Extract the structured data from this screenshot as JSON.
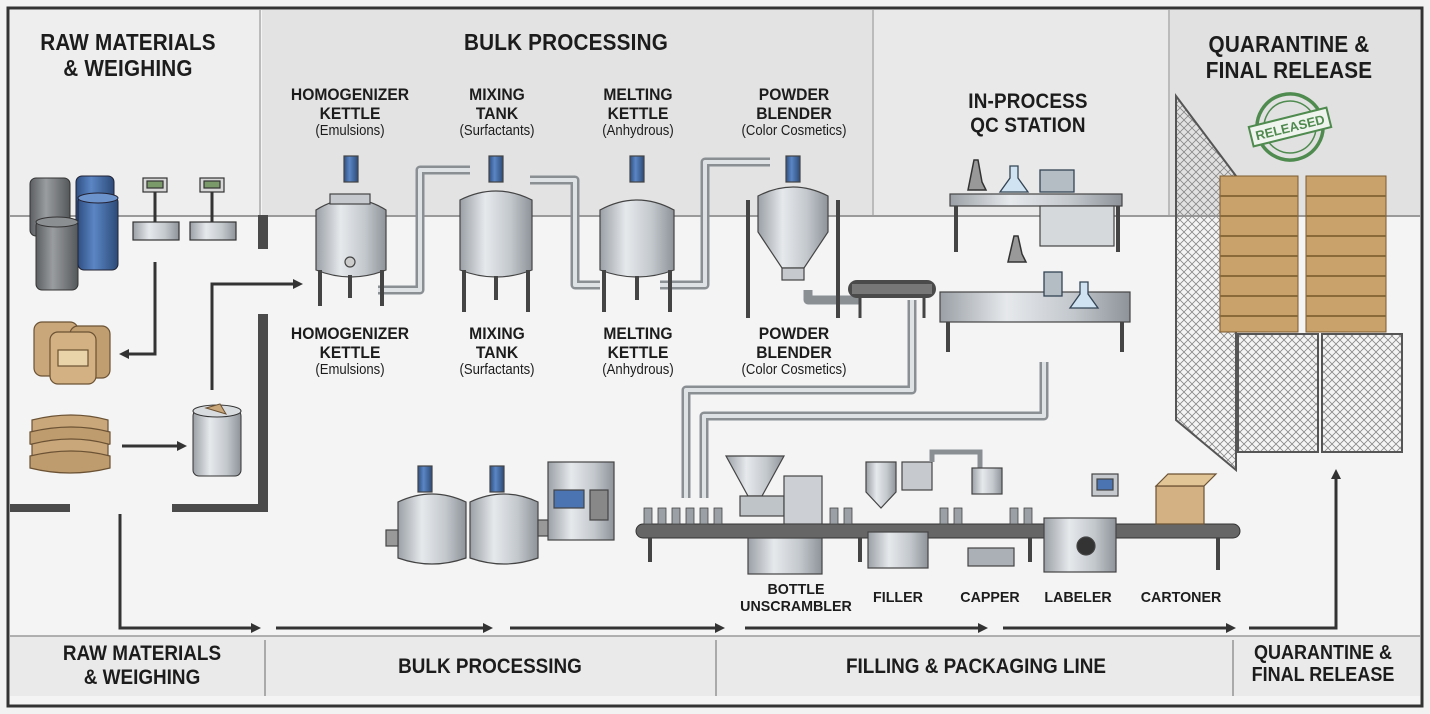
{
  "zones": {
    "raw": "RAW MATERIALS\n& WEIGHING",
    "bulk": "BULK PROCESSING",
    "qc": "IN-PROCESS\nQC STATION",
    "quarantine": "QUARANTINE &\nFINAL RELEASE"
  },
  "stamp": "RELEASED",
  "equipment_top": [
    {
      "name": "HOMOGENIZER\nKETTLE",
      "sub": "(Emulsions)"
    },
    {
      "name": "MIXING\nTANK",
      "sub": "(Surfactants)"
    },
    {
      "name": "MELTING\nKETTLE",
      "sub": "(Anhydrous)"
    },
    {
      "name": "POWDER\nBLENDER",
      "sub": "(Color Cosmetics)"
    }
  ],
  "equipment_bottom": [
    {
      "name": "HOMOGENIZER\nKETTLE",
      "sub": "(Emulsions)"
    },
    {
      "name": "MIXING\nTANK",
      "sub": "(Surfactants)"
    },
    {
      "name": "MELTING\nKETTLE",
      "sub": "(Anhydrous)"
    },
    {
      "name": "POWDER\nBLENDER",
      "sub": "(Color Cosmetics)"
    }
  ],
  "line_stations": [
    "BOTTLE\nUNSCRAMBLER",
    "FILLER",
    "CAPPER",
    "LABELER",
    "CARTONER"
  ],
  "footer": [
    "RAW MATERIALS\n& WEIGHING",
    "BULK PROCESSING",
    "FILLING & PACKAGING LINE",
    "QUARANTINE &\nFINAL RELEASE"
  ],
  "colors": {
    "background": "#f2f2f2",
    "zone_panel": "#e4e4e4",
    "wall": "#444444",
    "steel": "#bfc4c8",
    "motor_blue": "#4a6f96",
    "drum_blue": "#3f6aa6",
    "pallet_wood": "#c9a16a",
    "sack": "#c9a77a",
    "stamp_green": "#4f8a4f"
  },
  "icons": [
    "drum-icon",
    "scale-icon",
    "sack-icon",
    "kettle-icon",
    "tank-icon",
    "blender-icon",
    "conveyor-icon",
    "microscope-icon",
    "flask-icon",
    "bottle-icon",
    "carton-icon",
    "pallet-icon",
    "fence-icon",
    "arrow-icon",
    "stamp-icon"
  ]
}
